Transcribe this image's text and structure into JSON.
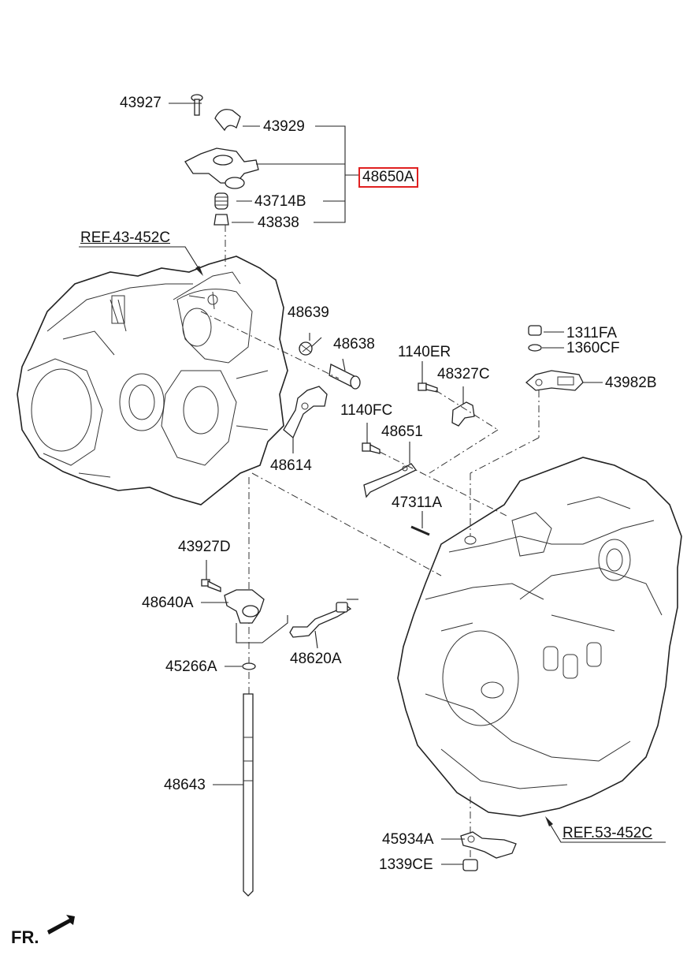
{
  "labels": {
    "p43927": "43927",
    "p43929": "43929",
    "p48650A": "48650A",
    "p43714B": "43714B",
    "p43838": "43838",
    "ref_43_452C": "REF.43-452C",
    "p48639": "48639",
    "p48638": "48638",
    "p1140ER": "1140ER",
    "p48327C": "48327C",
    "p1311FA": "1311FA",
    "p1360CF": "1360CF",
    "p43982B": "43982B",
    "p1140FC": "1140FC",
    "p48651": "48651",
    "p48614": "48614",
    "p47311A": "47311A",
    "p43927D": "43927D",
    "p48640A": "48640A",
    "p48620A": "48620A",
    "p45266A": "45266A",
    "p48643": "48643",
    "p45934A": "45934A",
    "p1339CE": "1339CE",
    "ref_53_452C": "REF.53-452C",
    "fr": "FR."
  },
  "colors": {
    "highlight": "#e02020",
    "line": "#222222"
  },
  "highlighted_part": "48650A"
}
